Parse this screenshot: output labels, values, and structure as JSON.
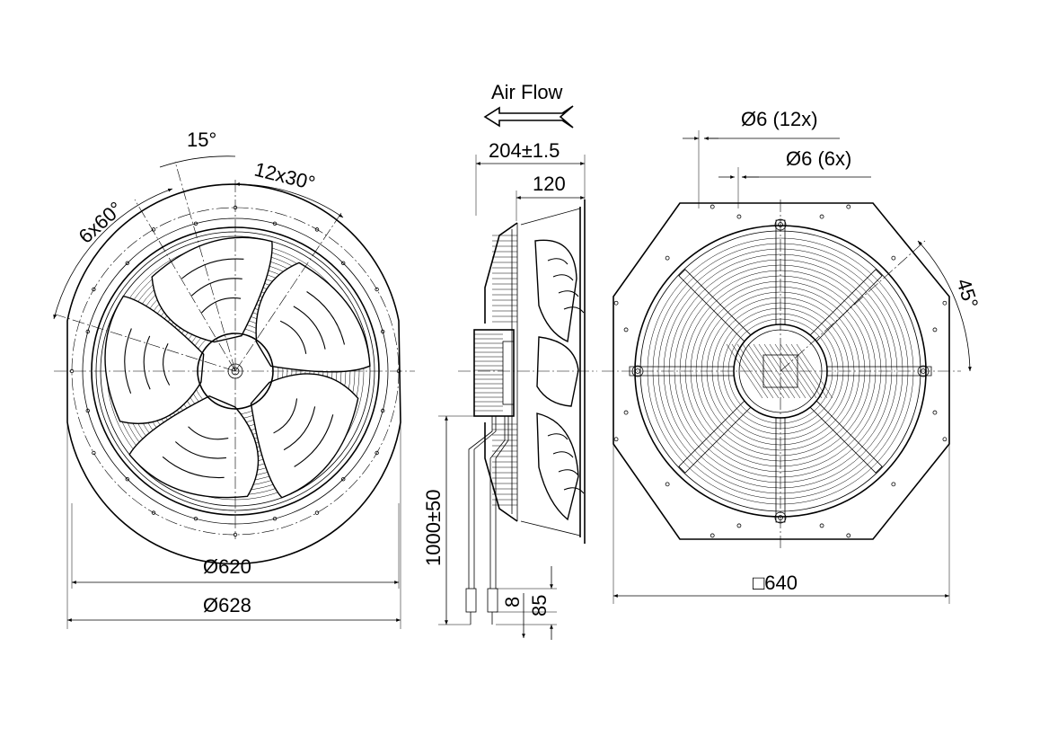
{
  "labels": {
    "air_flow": "Air Flow",
    "angle_15": "15°",
    "angle_12x30": "12x30°",
    "angle_6x60": "6x60°",
    "dia_620": "Ø620",
    "dia_628": "Ø628",
    "depth_total": "204±1.5",
    "depth_120": "120",
    "cable_length": "1000±50",
    "dim_8": "8",
    "dim_85": "85",
    "hole_12x": "Ø6 (12x)",
    "hole_6x": "Ø6 (6x)",
    "square_640": "□640",
    "angle_45": "45°"
  }
}
